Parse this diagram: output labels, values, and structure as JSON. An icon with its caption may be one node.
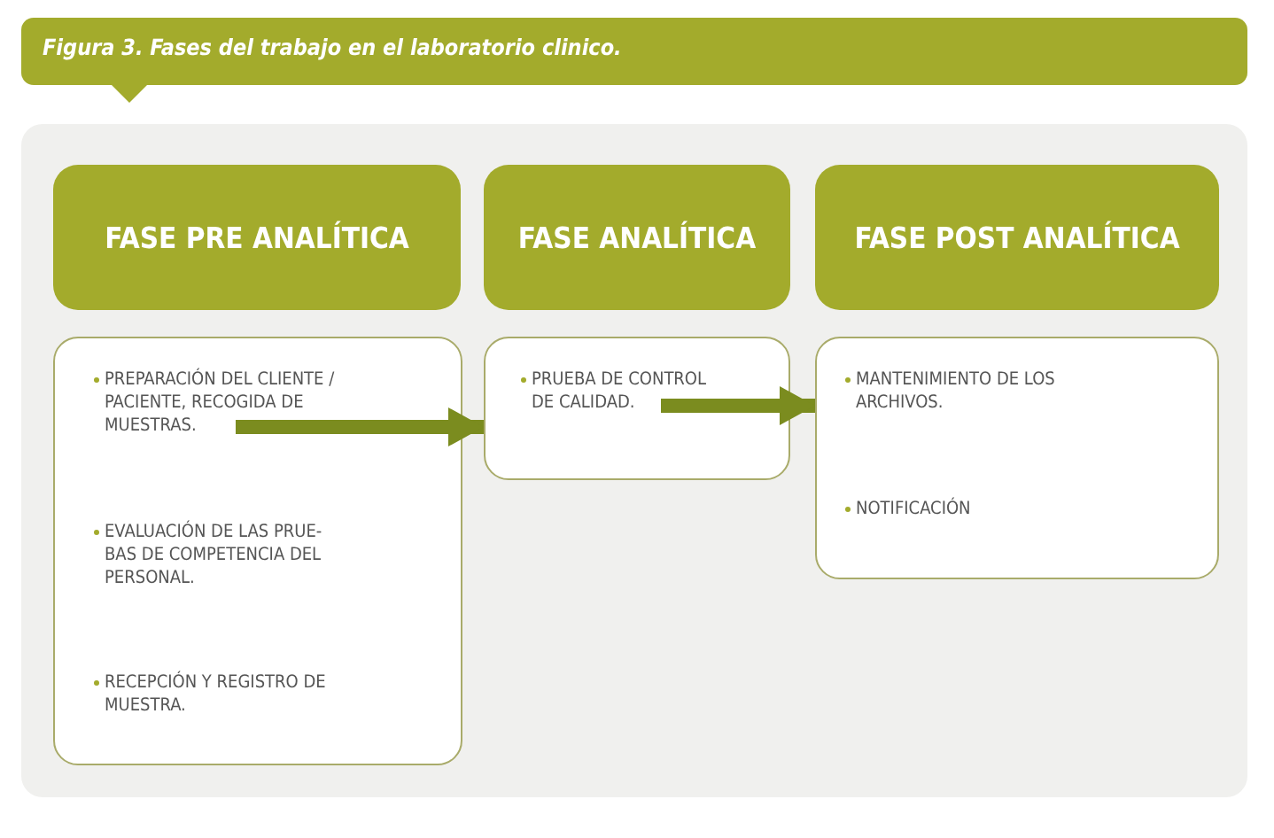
{
  "diagram": {
    "title": "Figura 3. Fases del trabajo en el laboratorio clinico.",
    "nodes": [
      {
        "text": [
          "FASE PRE ANALÍTICA"
        ]
      },
      {
        "text": [
          "FASE ANALÍTICA"
        ]
      },
      {
        "text": [
          "FASE POST ANALÍTICA"
        ]
      },
      {
        "text": [
          "PREPARACIÓN DEL CLIENTE / PACIENTE, RECOGIDA DE MUESTRAS.",
          "EVALUACIÓN DE LAS PRUE-BAS DE COMPETENCIA DEL PERSONAL.",
          "RECEPCIÓN Y REGISTRO DE MUESTRA."
        ]
      },
      {
        "text": [
          "PRUEBA DE CONTROL DE CALIDAD."
        ]
      },
      {
        "text": [
          "MANTENIMIENTO DE LOS ARCHIVOS.",
          "NOTIFICACIÓN"
        ]
      }
    ],
    "edges": [
      {
        "from": 3,
        "to": 4,
        "arrow": "to"
      },
      {
        "from": 4,
        "to": 5,
        "arrow": "to"
      }
    ]
  }
}
